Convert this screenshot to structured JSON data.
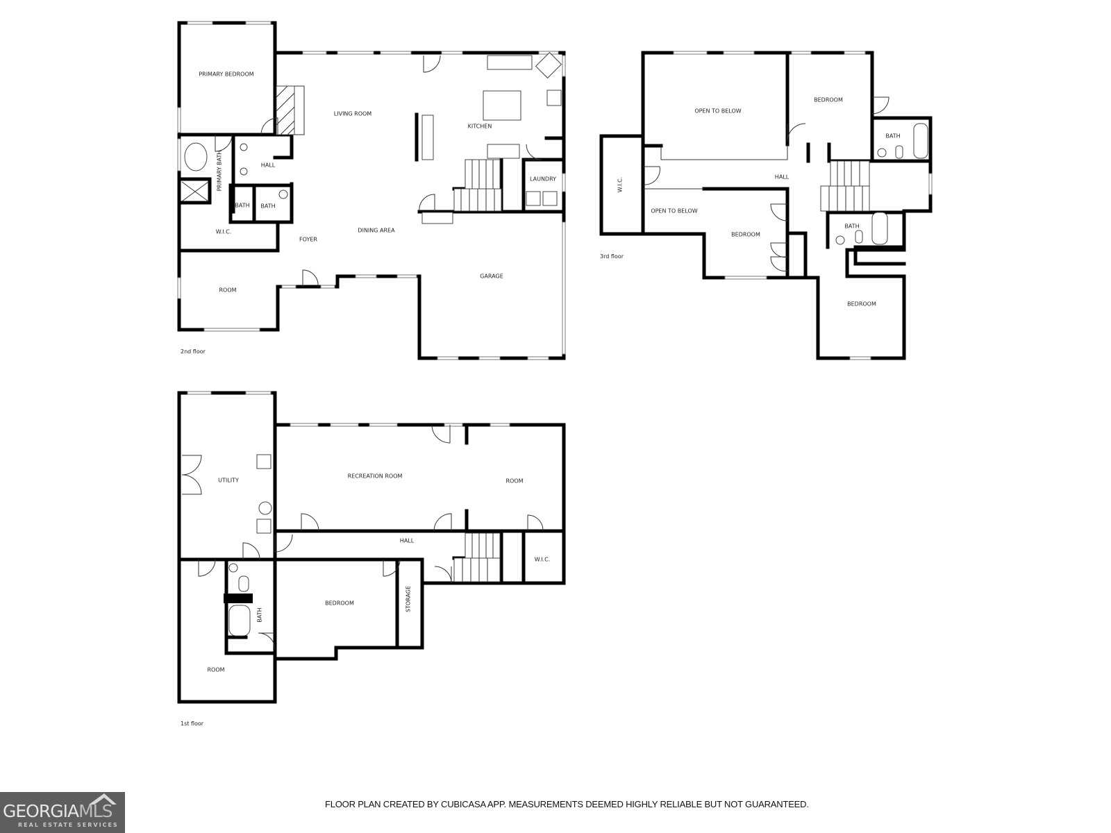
{
  "floors": {
    "second": {
      "label": "2nd floor",
      "rooms": {
        "primary_bedroom": "PRIMARY BEDROOM",
        "living_room": "LIVING ROOM",
        "kitchen": "KITCHEN",
        "primary_bath": "PRIMARY BATH",
        "hall": "HALL",
        "laundry": "LAUNDRY",
        "bath_1": "BATH",
        "bath_2": "BATH",
        "wic": "W.I.C.",
        "foyer": "FOYER",
        "dining_area": "DINING AREA",
        "room": "ROOM",
        "garage": "GARAGE"
      }
    },
    "third": {
      "label": "3rd floor",
      "rooms": {
        "open_to_below_1": "OPEN TO BELOW",
        "bedroom_1": "BEDROOM",
        "bath_1": "BATH",
        "wic": "W.I.C.",
        "hall": "HALL",
        "open_to_below_2": "OPEN TO BELOW",
        "bedroom_2": "BEDROOM",
        "bath_2": "BATH",
        "bedroom_3": "BEDROOM"
      }
    },
    "first": {
      "label": "1st floor",
      "rooms": {
        "utility": "UTILITY",
        "recreation_room": "RECREATION ROOM",
        "room_1": "ROOM",
        "hall": "HALL",
        "wic": "W.I.C.",
        "bath": "BATH",
        "bedroom": "BEDROOM",
        "storage": "STORAGE",
        "room_2": "ROOM"
      }
    }
  },
  "footer": {
    "disclaimer": "FLOOR PLAN CREATED BY CUBICASA APP. MEASUREMENTS DEEMED HIGHLY RELIABLE BUT NOT GUARANTEED.",
    "logo": {
      "name_part1": "GEORGIA",
      "name_part2": "MLS",
      "tagline": "REAL ESTATE SERVICES"
    }
  },
  "colors": {
    "wall": "#000000",
    "background": "#ffffff",
    "logo_bg": "#5e5e5e"
  }
}
